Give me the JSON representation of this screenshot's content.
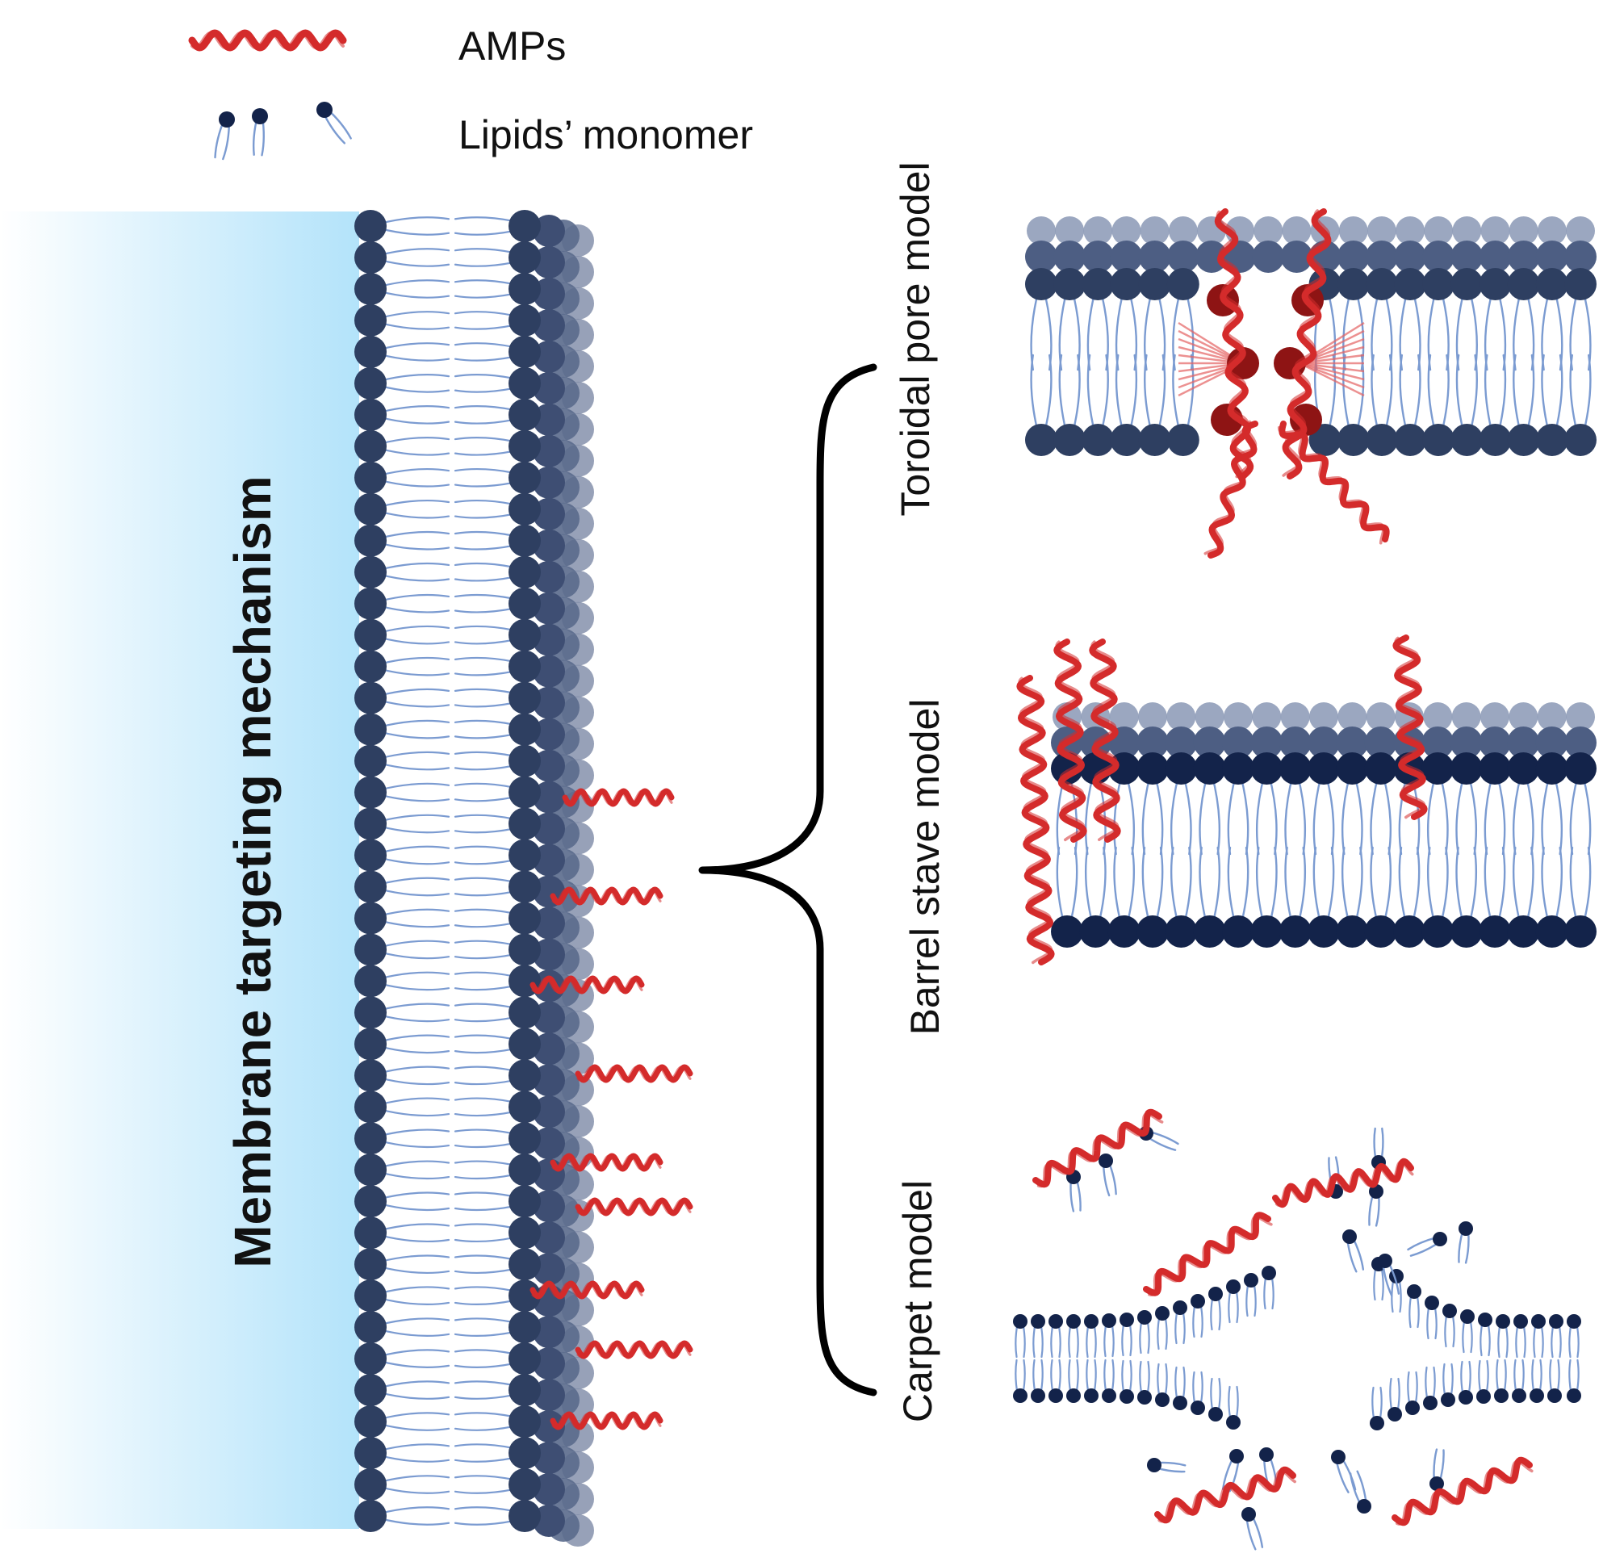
{
  "legend": {
    "amps_label": "AMPs",
    "lipids_label": "Lipids’ monomer"
  },
  "main_title": "Membrane targeting mechanism",
  "models": [
    {
      "id": "toroidal",
      "label": "Toroidal pore model"
    },
    {
      "id": "barrel",
      "label": "Barrel stave model"
    },
    {
      "id": "carpet",
      "label": "Carpet model"
    }
  ],
  "colors": {
    "amp": "#d42b2b",
    "amp_dark": "#8e1414",
    "lipid_head": "#2e3f61",
    "lipid_head_deep": "#13234a",
    "lipid_tail": "#7b9bd1",
    "medium_gradient_from": "#ffffff",
    "medium_gradient_to": "#b3e3fa",
    "bracket": "#000000"
  },
  "icons": {
    "amp": "red-helix-icon",
    "lipid": "lipid-monomer-icon",
    "bracket": "curly-brace-icon"
  }
}
